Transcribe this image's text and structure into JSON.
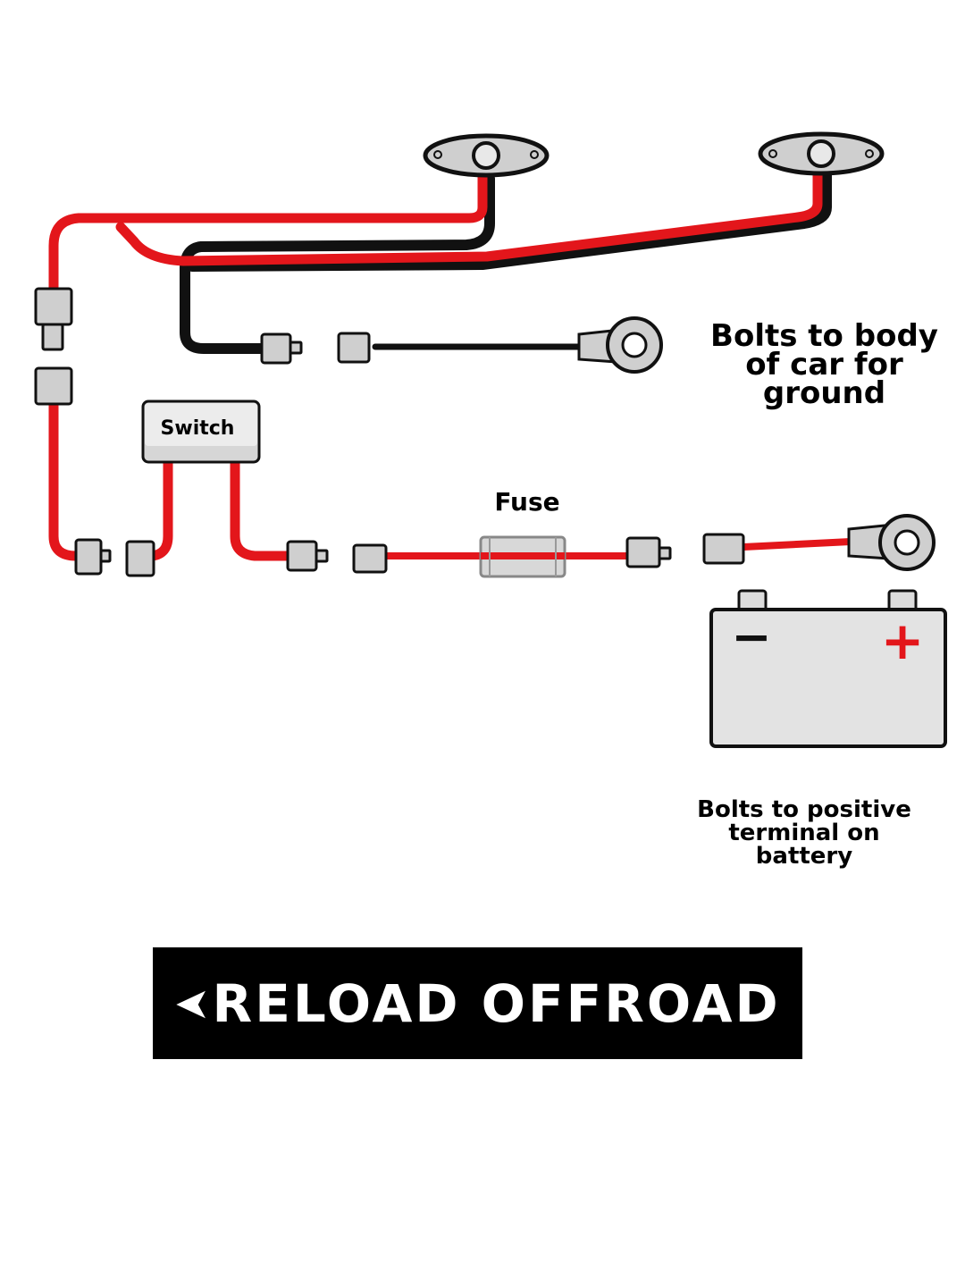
{
  "labels": {
    "ground": "Bolts to body of car for ground",
    "battery": "Bolts to positive terminal on battery",
    "fuse": "Fuse",
    "switch": "Switch"
  },
  "battery": {
    "negative_symbol": "−",
    "positive_symbol": "+"
  },
  "brand": {
    "name": "RELOAD OFFROAD"
  },
  "colors": {
    "positive_wire": "#e3161b",
    "ground_wire": "#111111",
    "connector": "#cfcfcf",
    "battery_body": "#e3e3e3",
    "brand_bg": "#000000",
    "brand_text": "#ffffff"
  }
}
